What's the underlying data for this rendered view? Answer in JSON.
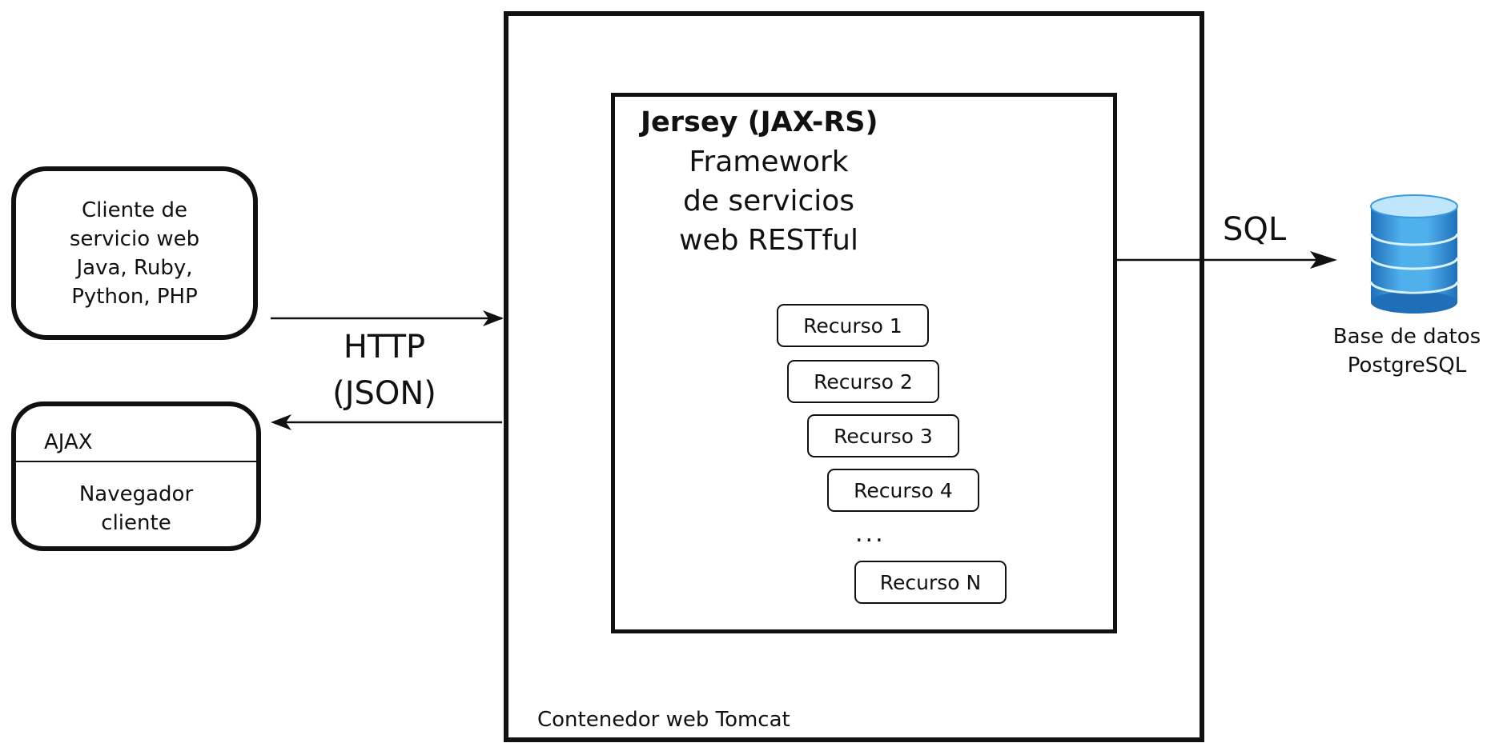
{
  "client": {
    "text": "Cliente de\nservicio web\nJava, Ruby,\nPython, PHP"
  },
  "browser": {
    "ajax_label": "AJAX",
    "text": "Navegador\ncliente"
  },
  "connection": {
    "label": "HTTP\n(JSON)"
  },
  "jersey": {
    "title": "Jersey (JAX-RS)",
    "subtitle": "Framework\nde servicios\nweb RESTful"
  },
  "resources": [
    "Recurso 1",
    "Recurso 2",
    "Recurso 3",
    "Recurso 4",
    "Recurso N"
  ],
  "ellipsis": "...",
  "container": {
    "label": "Contenedor web Tomcat"
  },
  "sql": {
    "label": "SQL"
  },
  "database": {
    "label": "Base de datos\nPostgreSQL"
  },
  "colors": {
    "db_top": "#bfe6fb",
    "db_body": "#3a9be0",
    "db_dark": "#1f6fb8"
  }
}
